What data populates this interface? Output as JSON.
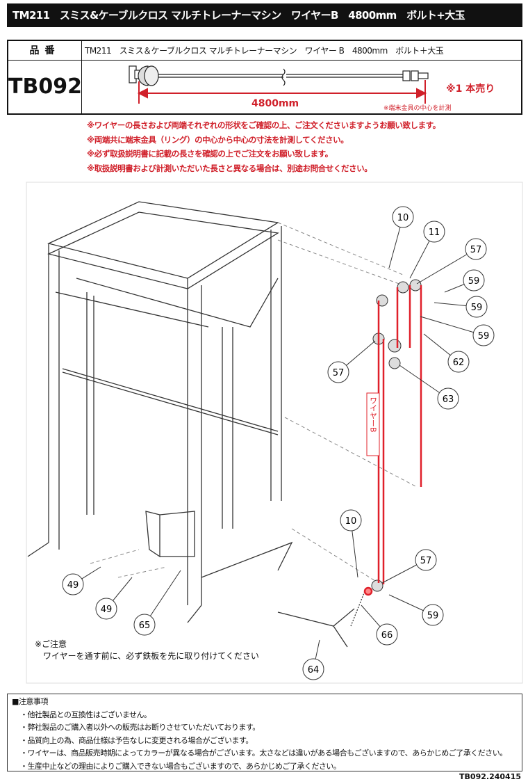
{
  "title": "TM211　スミス&ケーブルクロス マルチトレーナーマシン　ワイヤーB　4800mm　ボルト+大玉",
  "spec": {
    "label": "品番",
    "name": "TM211　スミス＆ケーブルクロス マルチトレーナーマシン　ワイヤー B　4800mm　ボルト＋大玉",
    "code": "TB092",
    "length": "4800mm",
    "sold_single": "※1 本売り",
    "measure_note": "※端末金具の中心を計測"
  },
  "red_notes": [
    "※ワイヤーの長さおよび両端それぞれの形状をご確認の上、ご注文くださいますようお願い致します。",
    "※両端共に端末金具（リング）の中心から中心の寸法を計測してください。",
    "※必ず取扱説明書に記載の長さを確認の上でご注文をお願い致します。",
    "※取扱説明書および計測いただいた長さと異なる場合は、別途お問合せください。"
  ],
  "diagram": {
    "wire_label": "ワイヤーB",
    "callouts": [
      "10",
      "11",
      "57",
      "59",
      "59",
      "59",
      "62",
      "57",
      "63",
      "10",
      "57",
      "59",
      "66",
      "64",
      "49",
      "49",
      "65"
    ],
    "caution_title": "※ご注意",
    "caution_text": "ワイヤーを通す前に、必ず鉄板を先に取り付けてください"
  },
  "footer": {
    "heading": "■注意事項",
    "items": [
      "・他社製品との互換性はございません。",
      "・弊社製品のご購入者以外への販売はお断りさせていただいております。",
      "・品質向上の為、商品仕様は予告なしに変更される場合がございます。",
      "・ワイヤーは、商品販売時期によってカラーが異なる場合がございます。太さなどは違いがある場合もございますので、あらかじめご了承ください。",
      "・生産中止などの理由によりご購入できない場合もございますので、あらかじめご了承ください。"
    ],
    "doc_id": "TB092.240415"
  },
  "colors": {
    "accent": "#d0202a",
    "wire": "#e0202a"
  }
}
